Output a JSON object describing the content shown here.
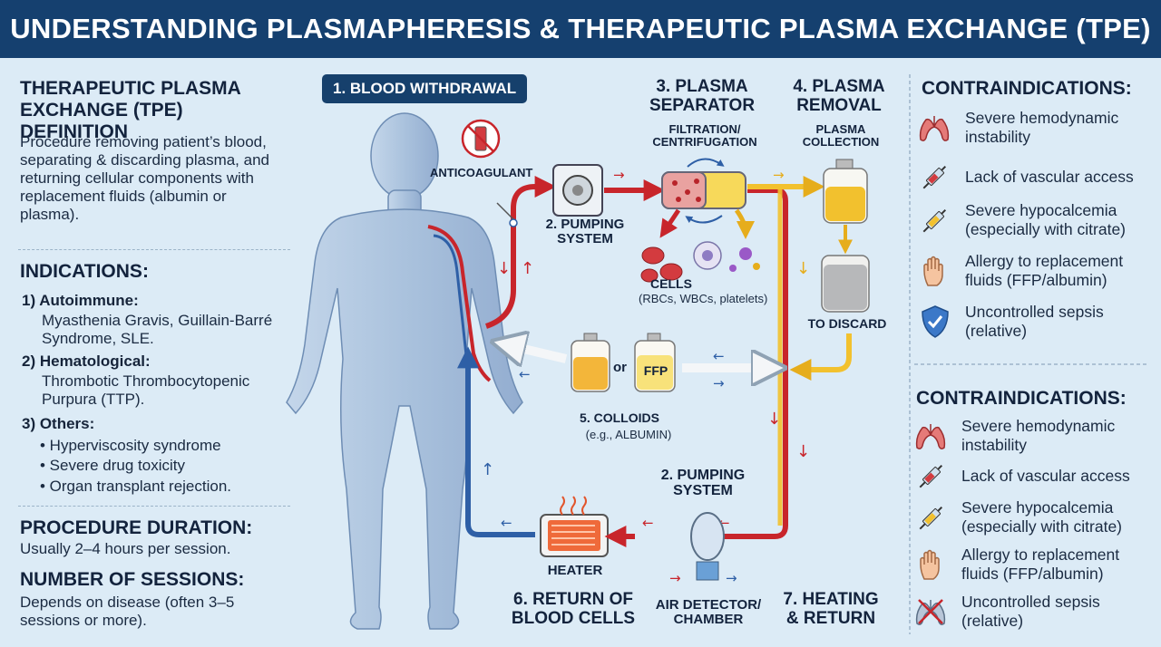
{
  "title": "UNDERSTANDING PLASMAPHERESIS & THERAPEUTIC PLASMA EXCHANGE (TPE)",
  "left": {
    "definition_heading": "THERAPEUTIC PLASMA EXCHANGE (TPE) DEFINITION",
    "definition_text": "Procedure removing patient’s blood, separating & discarding plasma, and returning cellular components with replacement fluids (albumin or plasma).",
    "indications_heading": "INDICATIONS:",
    "ind1_title": "1) Autoimmune:",
    "ind1_text": "Myasthenia Gravis, Guillain-Barré Syndrome, SLE.",
    "ind2_title": "2) Hematological:",
    "ind2_text": "Thrombotic Thrombocytopenic Purpura (TTP).",
    "ind3_title": "3) Others:",
    "ind3_items": [
      "• Hyperviscosity syndrome",
      "• Severe drug toxicity",
      "• Organ transplant rejection."
    ],
    "duration_heading": "PROCEDURE DURATION:",
    "duration_text": "Usually 2–4 hours per session.",
    "sessions_heading": "NUMBER OF SESSIONS:",
    "sessions_text": "Depends on disease (often 3–5 sessions or more)."
  },
  "diagram": {
    "step1": "1. BLOOD WITHDRAWAL",
    "anticoagulant": "ANTICOAGULANT",
    "step2_top": "2. PUMPING SYSTEM",
    "step3_title": "3. PLASMA SEPARATOR",
    "step3_sub": "FILTRATION/ CENTRIFUGATION",
    "step4_title": "4. PLASMA REMOVAL",
    "step4_sub": "PLASMA COLLECTION",
    "cells_title": "CELLS",
    "cells_sub": "(RBCs, WBCs, platelets)",
    "to_discard": "TO DISCARD",
    "or": "or",
    "ffp": "FFP",
    "step5_title": "5. COLLOIDS",
    "step5_sub": "(e.g., ALBUMIN)",
    "step2_bottom": "2. PUMPING SYSTEM",
    "heater": "HEATER",
    "step6": "6. RETURN OF BLOOD CELLS",
    "air_detector": "AIR DETECTOR/ CHAMBER",
    "step7": "7. HEATING & RETURN"
  },
  "contra_top": {
    "heading": "CONTRAINDICATIONS:",
    "items": [
      {
        "icon": "lungs-icon",
        "text": "Severe hemodynamic instability"
      },
      {
        "icon": "syringe-icon",
        "text": "Lack of vascular access"
      },
      {
        "icon": "syringe-yellow-icon",
        "text": "Severe hypocalcemia (especially with citrate)"
      },
      {
        "icon": "hand-icon",
        "text": "Allergy to replacement fluids (FFP/albumin)"
      },
      {
        "icon": "shield-check-icon",
        "text": "Uncontrolled sepsis (relative)"
      }
    ]
  },
  "contra_bottom": {
    "heading": "CONTRAINDICATIONS:",
    "items": [
      {
        "icon": "lungs-icon",
        "text": "Severe hemodynamic instability"
      },
      {
        "icon": "syringe-icon",
        "text": "Lack of vascular access"
      },
      {
        "icon": "syringe-yellow-icon",
        "text": "Severe hypocalcemia (especially with citrate)"
      },
      {
        "icon": "hand-icon",
        "text": "Allergy to replacement fluids (FFP/albumin)"
      },
      {
        "icon": "crossed-lungs-icon",
        "text": "Uncontrolled sepsis (relative)"
      }
    ]
  },
  "colors": {
    "header": "#15406f",
    "blood": "#c8252b",
    "return": "#2e5fa6",
    "plasma": "#f2c12e",
    "background": "#dcebf6"
  }
}
